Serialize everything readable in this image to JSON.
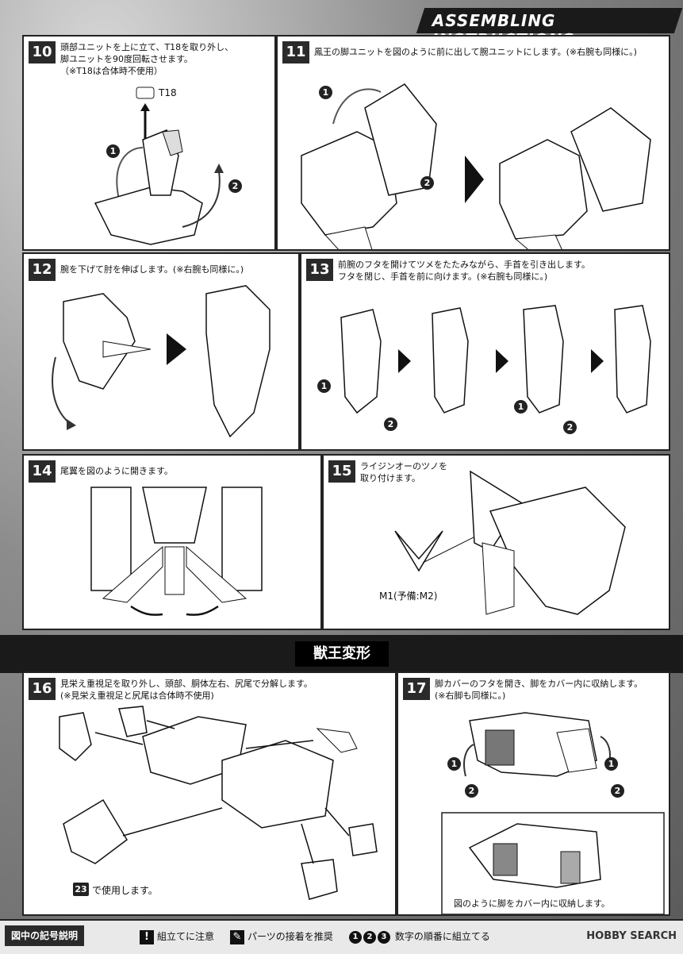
{
  "header": {
    "title": "ASSEMBLING INSTRUCTIONS"
  },
  "steps": {
    "s10": {
      "num": "10",
      "text": "頭部ユニットを上に立て、T18を取り外し、\n脚ユニットを90度回転させます。\n（※T18は合体時不使用）",
      "part_label": "T18"
    },
    "s11": {
      "num": "11",
      "text": "鳳王の脚ユニットを図のように前に出して腕ユニットにします。(※右腕も同様に。)"
    },
    "s12": {
      "num": "12",
      "text": "腕を下げて肘を伸ばします。(※右腕も同様に。)"
    },
    "s13": {
      "num": "13",
      "text": "前腕のフタを開けてツメをたたみながら、手首を引き出します。\nフタを閉じ、手首を前に向けます。(※右腕も同様に。)"
    },
    "s14": {
      "num": "14",
      "text": "尾翼を図のように開きます。"
    },
    "s15": {
      "num": "15",
      "text": "ライジンオーのツノを\n取り付けます。",
      "part_label": "M1(予備:M2)"
    },
    "s16": {
      "num": "16",
      "text": "見栄え重視足を取り外し、頭部、胴体左右、尻尾で分解します。\n(※見栄え重視足と尻尾は合体時不使用)",
      "note_ref": "23",
      "note": "で使用します。"
    },
    "s17": {
      "num": "17",
      "text": "脚カバーのフタを開き、脚をカバー内に収納します。\n(※右脚も同様に。)",
      "caption": "図のように脚をカバー内に収納します。"
    }
  },
  "section": {
    "title": "獣王変形"
  },
  "badges": {
    "one": "1",
    "two": "2",
    "three": "3"
  },
  "legend": {
    "title": "図中の記号説明",
    "caution": "組立てに注意",
    "glue": "パーツの接着を推奨",
    "order": "数字の順番に組立てる",
    "watermark": "HOBBY SEARCH"
  }
}
